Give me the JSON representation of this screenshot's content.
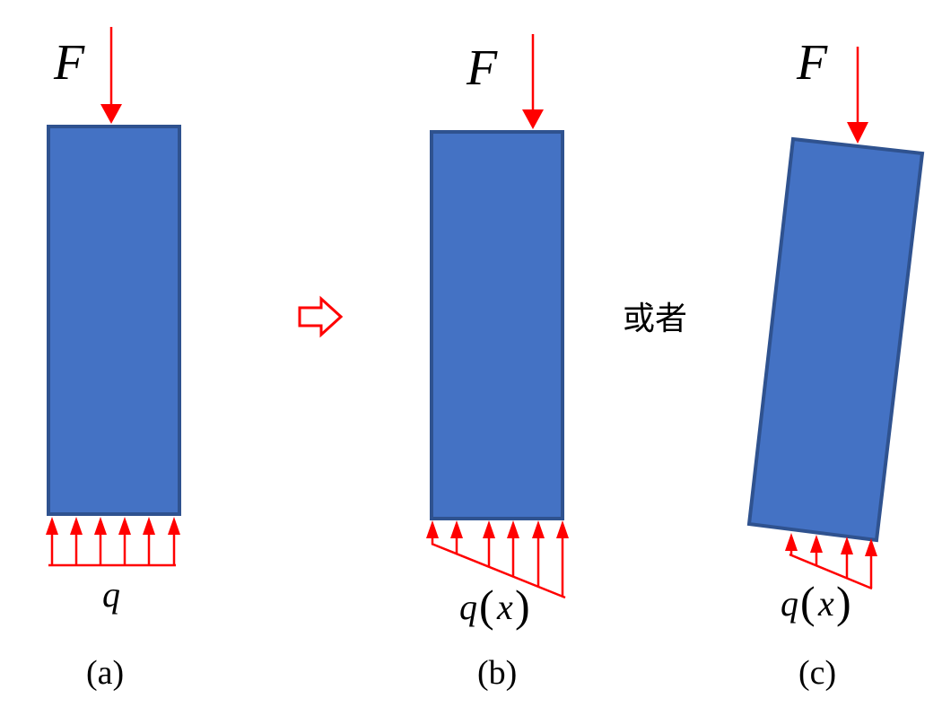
{
  "panels": {
    "a": {
      "force_label": "F",
      "load_label": "q",
      "caption": "(a)"
    },
    "b": {
      "force_label": "F",
      "load_label_q": "q",
      "load_label_paren_open": "(",
      "load_label_x": "x",
      "load_label_paren_close": ")",
      "caption": "(b)"
    },
    "c": {
      "force_label": "F",
      "load_label_q": "q",
      "load_label_paren_open": "(",
      "load_label_x": "x",
      "load_label_paren_close": ")",
      "caption": "(c)"
    }
  },
  "connector_text": "或者",
  "colors": {
    "block_fill": "#4472C4",
    "block_stroke": "#2F528F",
    "arrow": "#FF0000",
    "text": "#000000"
  },
  "icons": {
    "transition": "hollow-right-arrow-icon"
  }
}
